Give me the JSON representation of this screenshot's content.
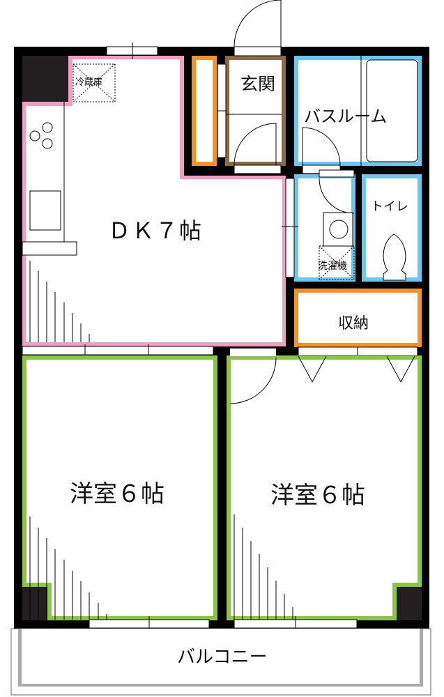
{
  "floorplan": {
    "rooms": [
      {
        "id": "dk",
        "label": "ＤＫ７帖",
        "type": "dining-kitchen",
        "size_jo": 7
      },
      {
        "id": "genkan",
        "label": "玄関",
        "type": "entrance"
      },
      {
        "id": "bath",
        "label": "バスルーム",
        "type": "bathroom"
      },
      {
        "id": "toilet",
        "label": "トイレ",
        "type": "toilet"
      },
      {
        "id": "storage",
        "label": "収納",
        "type": "closet"
      },
      {
        "id": "western1",
        "label": "洋室６帖",
        "type": "western-room",
        "size_jo": 6
      },
      {
        "id": "western2",
        "label": "洋室６帖",
        "type": "western-room",
        "size_jo": 6
      },
      {
        "id": "balcony",
        "label": "バルコニー",
        "type": "balcony"
      }
    ],
    "fixtures": {
      "fridge": "冷蔵庫",
      "washer": "洗濯機"
    },
    "colors": {
      "wall": "#000000",
      "pillar": "#231f20",
      "dk_border": "#f19ec2",
      "closet_border": "#f39325",
      "entrance_border": "#8c6a46",
      "wet_border": "#6cc7ee",
      "western_border": "#8cc63f",
      "balcony_border": "#aaaaaa"
    }
  }
}
